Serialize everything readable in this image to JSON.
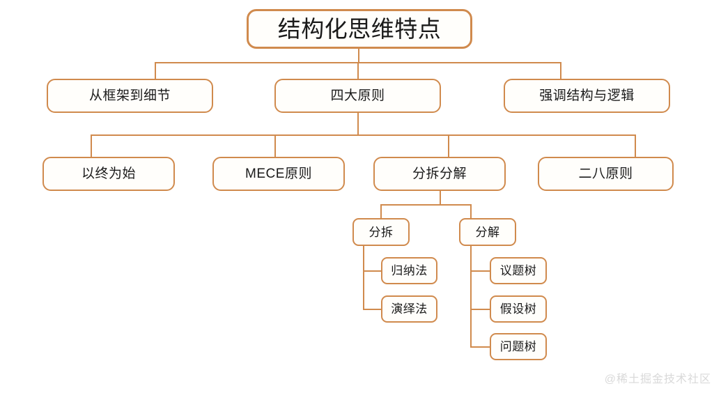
{
  "diagram": {
    "title": "结构化思维特点",
    "accent_color": "#d08a4d",
    "node_fill": "#fffefb",
    "text_color": "#1a1a1a",
    "watermark": "@稀土掘金技术社区",
    "level2": [
      {
        "label": "从框架到细节"
      },
      {
        "label": "四大原则"
      },
      {
        "label": "强调结构与逻辑"
      }
    ],
    "level3": [
      {
        "label": "以终为始"
      },
      {
        "label": "MECE原则"
      },
      {
        "label": "分拆分解"
      },
      {
        "label": "二八原则"
      }
    ],
    "level4": [
      {
        "label": "分拆"
      },
      {
        "label": "分解"
      }
    ],
    "leaves_fenchai": [
      {
        "label": "归纳法"
      },
      {
        "label": "演绎法"
      }
    ],
    "leaves_fenjie": [
      {
        "label": "议题树"
      },
      {
        "label": "假设树"
      },
      {
        "label": "问题树"
      }
    ]
  }
}
